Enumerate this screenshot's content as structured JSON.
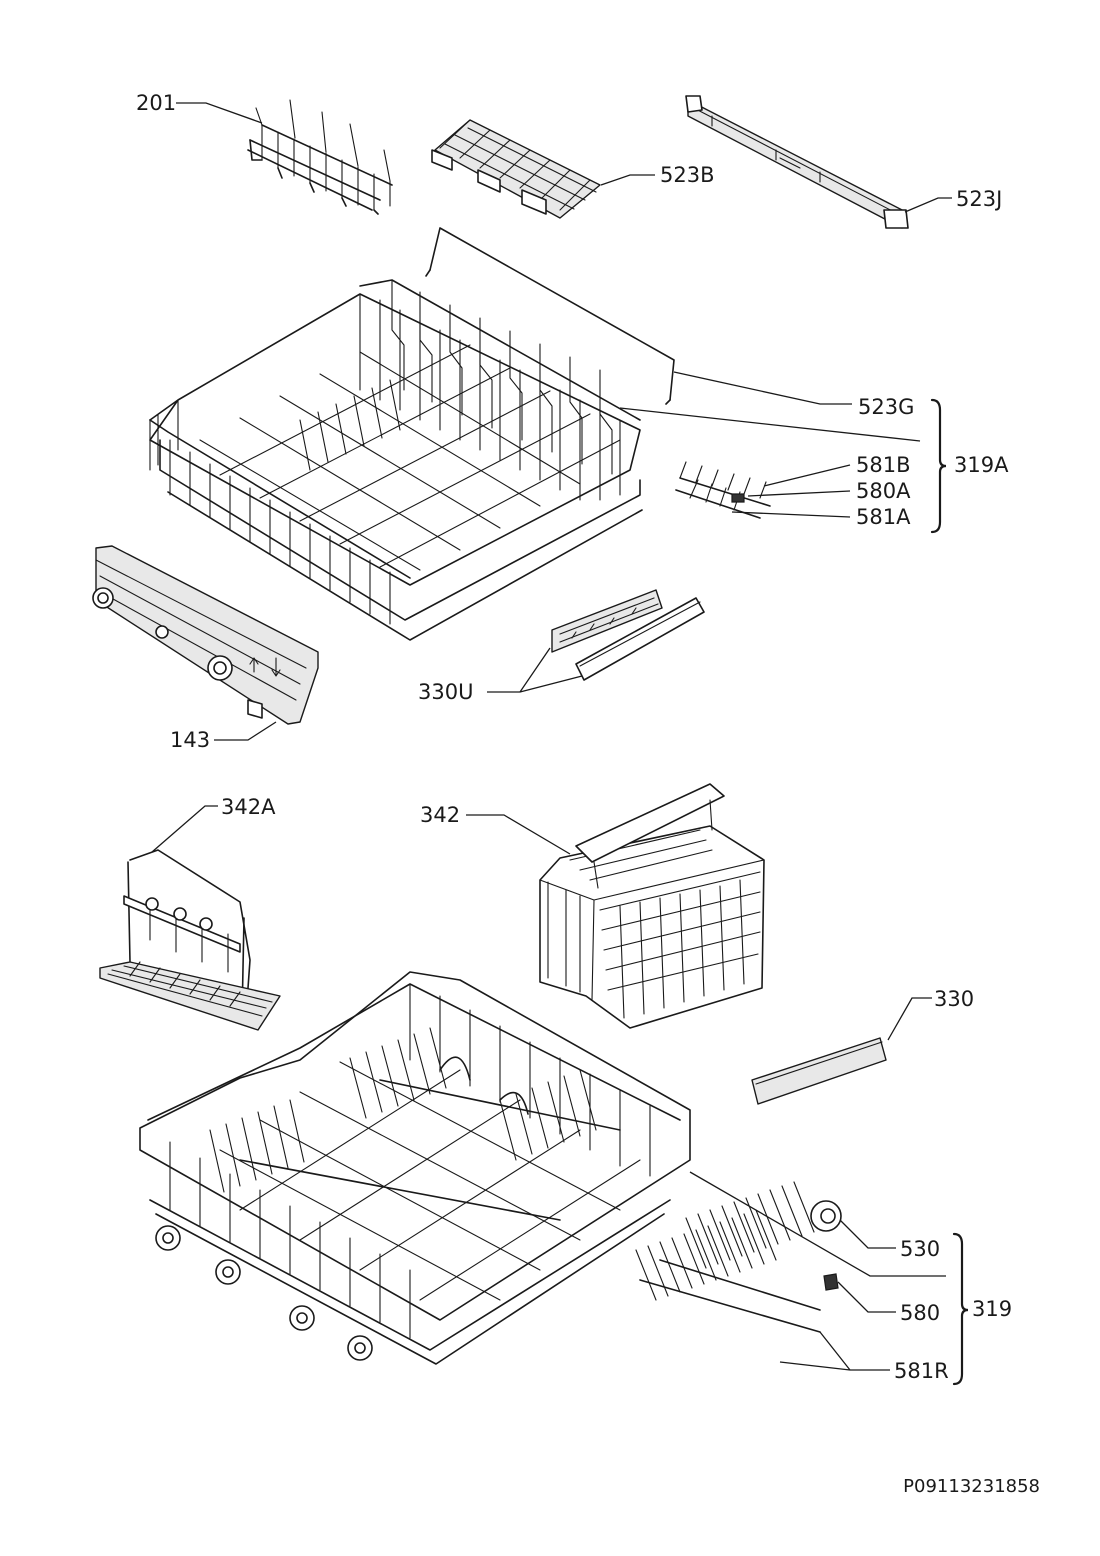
{
  "diagram": {
    "labels": {
      "p201": "201",
      "p523B": "523B",
      "p523J": "523J",
      "p523G": "523G",
      "p319A": "319A",
      "p581B": "581B",
      "p580A": "580A",
      "p581A": "581A",
      "p330U": "330U",
      "p143": "143",
      "p342A": "342A",
      "p342": "342",
      "p330": "330",
      "p530": "530",
      "p319": "319",
      "p580": "580",
      "p581R": "581R"
    },
    "reference_number": "P09113231858"
  }
}
